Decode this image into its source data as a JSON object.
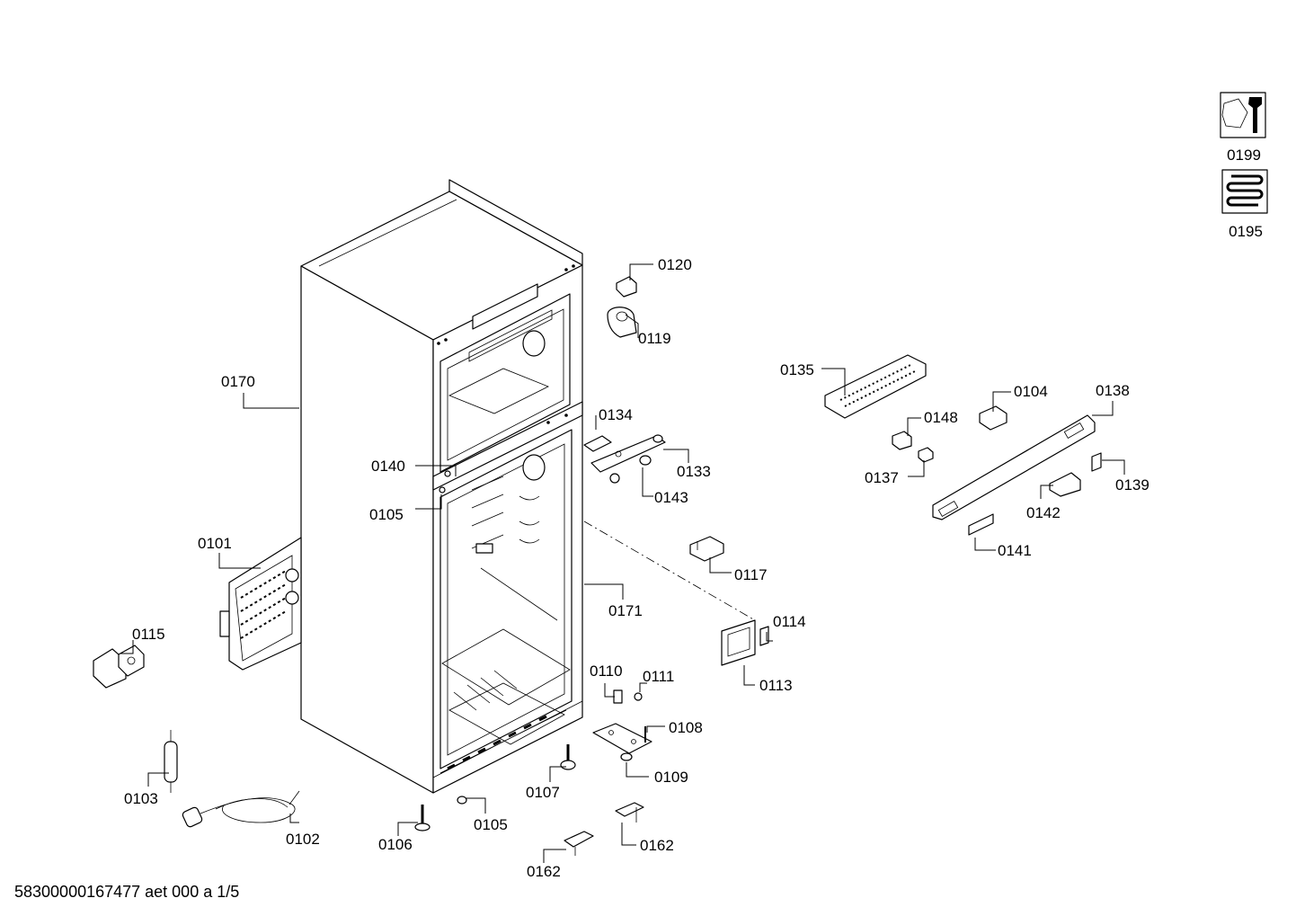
{
  "footer": {
    "document_id": "58300000167477 aet 000 a 1/5"
  },
  "legend_icons": [
    {
      "icon": "wrench-nut-icon",
      "part_number": "0199"
    },
    {
      "icon": "condenser-coil-icon",
      "part_number": "0195"
    }
  ],
  "callouts": {
    "p0120": "0120",
    "p0119": "0119",
    "p0170": "0170",
    "p0134": "0134",
    "p0133": "0133",
    "p0143": "0143",
    "p0140": "0140",
    "p0105a": "0105",
    "p0101": "0101",
    "p0115": "0115",
    "p0171": "0171",
    "p0117": "0117",
    "p0114": "0114",
    "p0113": "0113",
    "p0110": "0110",
    "p0111": "0111",
    "p0108": "0108",
    "p0109": "0109",
    "p0107": "0107",
    "p0103": "0103",
    "p0102": "0102",
    "p0106": "0106",
    "p0105b": "0105",
    "p0162a": "0162",
    "p0162b": "0162",
    "p0135": "0135",
    "p0104": "0104",
    "p0138": "0138",
    "p0148": "0148",
    "p0137": "0137",
    "p0139": "0139",
    "p0142": "0142",
    "p0141": "0141"
  }
}
